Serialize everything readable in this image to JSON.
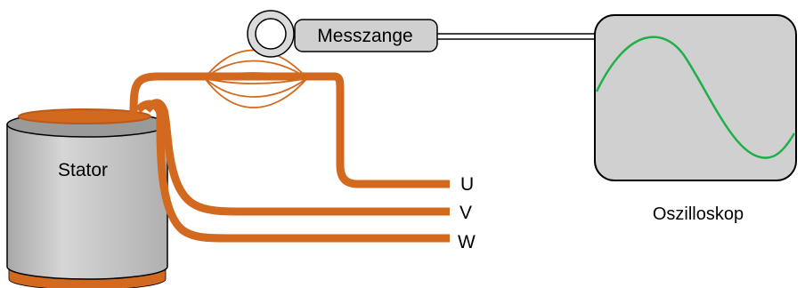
{
  "labels": {
    "stator": "Stator",
    "clamp": "Messzange",
    "oscilloscope": "Oszilloskop",
    "phase_u": "U",
    "phase_v": "V",
    "phase_w": "W"
  },
  "colors": {
    "wire": "#D2691E",
    "wire_dark": "#B85A18",
    "stator_body": "#C8C8C8",
    "clamp_body": "#D0D0D0",
    "scope_screen": "#D0D0D0",
    "signal": "#1FB04A",
    "outline": "#000000"
  }
}
